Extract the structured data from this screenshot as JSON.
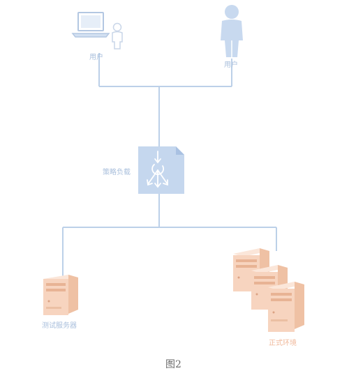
{
  "nodes": {
    "user_left_label": "用户",
    "user_right_label": "用户",
    "load_balancer_label": "策略负载",
    "test_server_label": "测试服务器",
    "prod_env_label": "正式环境"
  },
  "caption": "图2",
  "colors": {
    "line": "#b9cde6",
    "blue_fill": "#c7d8ee",
    "server_fill": "#f6d2bb",
    "server_dark": "#ecb899",
    "label_blue": "#a9bfdc",
    "label_orange": "#f0b99b"
  }
}
